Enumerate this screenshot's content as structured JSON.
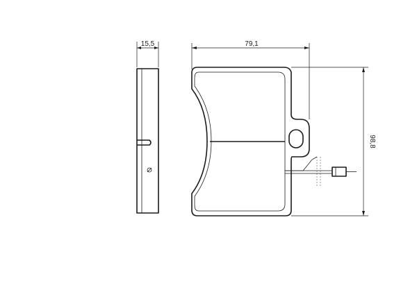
{
  "dimensions": {
    "thickness": "15,5",
    "width": "79,1",
    "height": "98,8"
  }
}
